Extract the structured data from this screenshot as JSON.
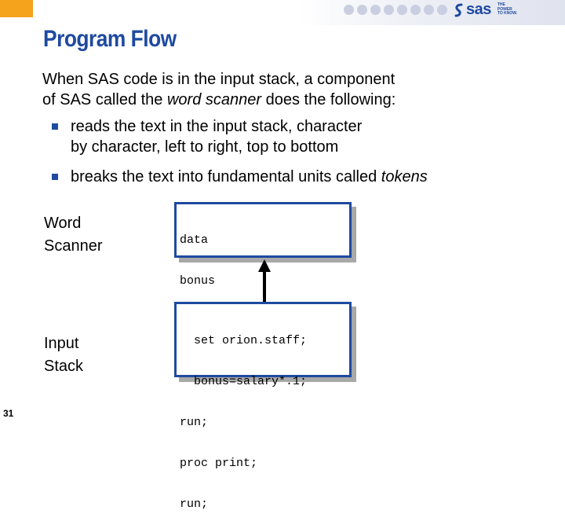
{
  "branding": {
    "logo_text": "sas",
    "logo_tagline": [
      "THE",
      "POWER",
      "TO KNOW."
    ],
    "accent_color": "#1e4aa0",
    "corner_color": "#f5a21c"
  },
  "slide": {
    "title": "Program Flow",
    "intro_line1": "When SAS code is in the input stack, a component",
    "intro_line2_a": "of SAS called the ",
    "intro_line2_em": "word scanner",
    "intro_line2_b": " does the following:",
    "bullets": [
      {
        "line1": "reads the text in the input stack, character",
        "line2": "by character, left to right, top to bottom"
      },
      {
        "line1_a": "breaks the text into fundamental units called ",
        "line1_em": "tokens"
      }
    ],
    "word_scanner_label": [
      "Word",
      "Scanner"
    ],
    "input_stack_label": [
      "Input",
      "Stack"
    ],
    "word_scanner_code": [
      "data",
      "bonus",
      ";"
    ],
    "input_stack_code": [
      "  set orion.staff;",
      "  bonus=salary*.1;",
      "run;",
      "proc print;",
      "run;"
    ],
    "page_number": "31"
  }
}
